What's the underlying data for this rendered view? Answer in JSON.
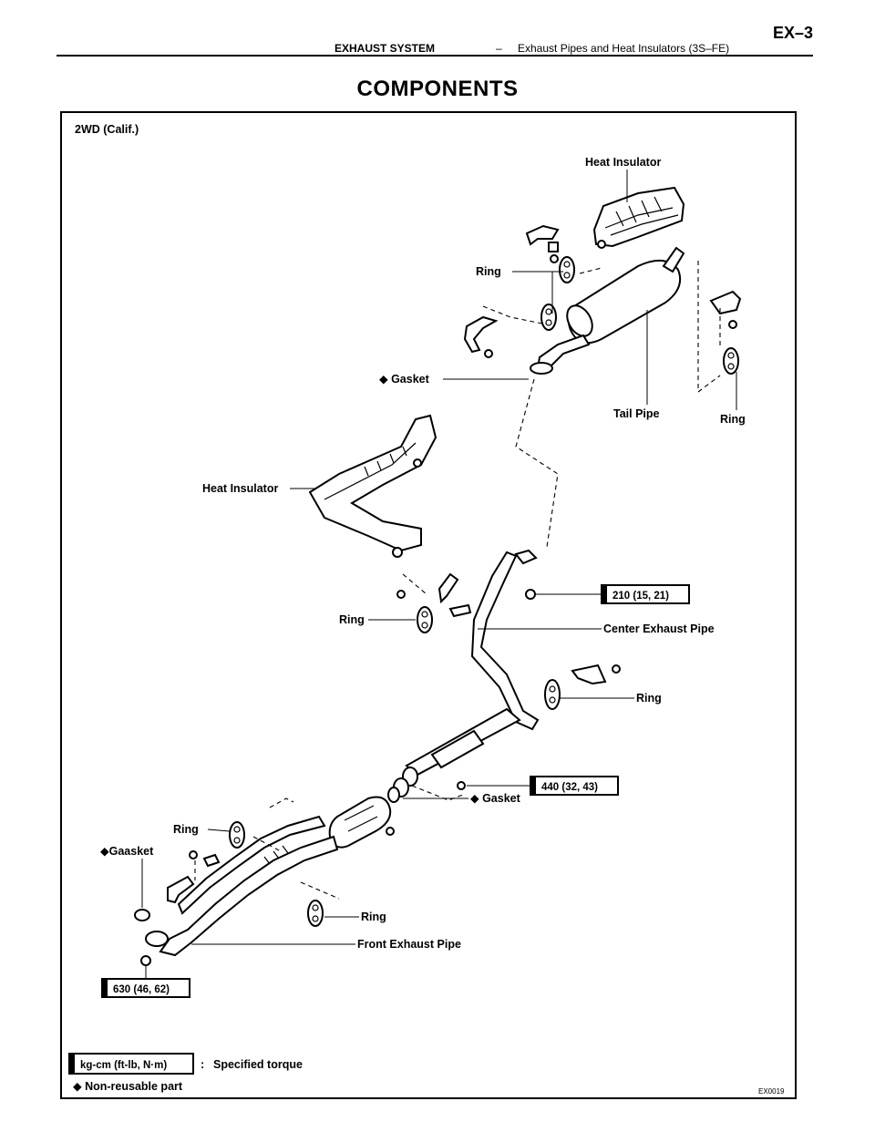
{
  "header": {
    "section": "EXHAUST SYSTEM",
    "separator": "–",
    "subsection": "Exhaust Pipes and Heat Insulators (3S–FE)",
    "page_number": "EX–3"
  },
  "title": "COMPONENTS",
  "diagram": {
    "variant": "2WD (Calif.)",
    "labels": {
      "heat_insulator_rear": "Heat Insulator",
      "ring_upper": "Ring",
      "gasket_upper": "◆ Gasket",
      "tail_pipe": "Tail Pipe",
      "ring_right": "Ring",
      "heat_insulator_mid": "Heat Insulator",
      "ring_mid": "Ring",
      "center_exhaust_pipe": "Center Exhaust Pipe",
      "ring_center": "Ring",
      "gasket_lower": "◆ Gasket",
      "ring_lower_left": "Ring",
      "gasket_front": "◆Gaasket",
      "ring_front": "Ring",
      "front_exhaust_pipe": "Front Exhaust Pipe"
    },
    "torque_specs": {
      "center_pipe": "210 (15, 21)",
      "gasket_joint": "440 (32, 43)",
      "front_pipe": "630 (46, 62)"
    },
    "legend": {
      "torque_box": "kg-cm (ft-lb, N·m)",
      "colon": ":",
      "torque_text": "Specified torque",
      "nonreusable": "◆ Non-reusable part"
    },
    "figure_code": "EX0019"
  }
}
